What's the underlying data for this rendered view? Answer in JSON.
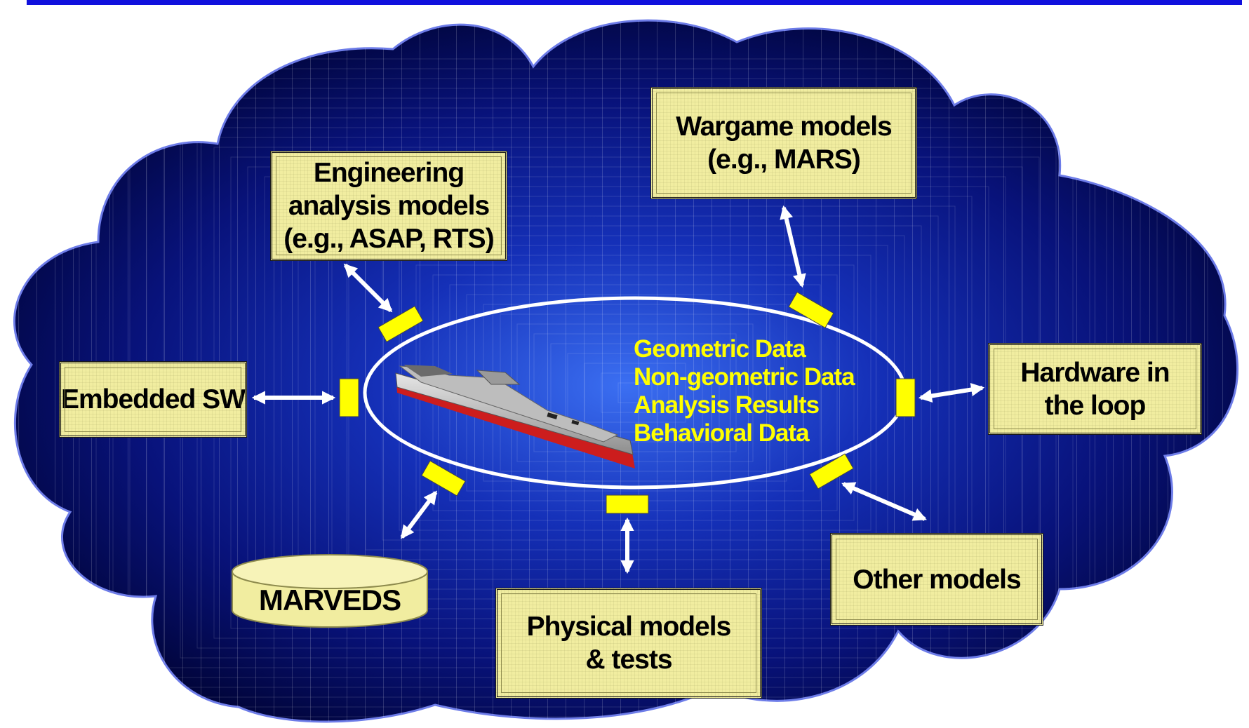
{
  "models": {
    "engineering": [
      "Engineering",
      "analysis models",
      "(e.g., ASAP, RTS)"
    ],
    "wargame": [
      "Wargame models",
      "(e.g., MARS)"
    ],
    "embedded": [
      "Embedded SW"
    ],
    "hardware": [
      "Hardware in",
      "the loop"
    ],
    "other": [
      "Other models"
    ],
    "physical": [
      "Physical models",
      "& tests"
    ],
    "marveds": "MARVEDS"
  },
  "center": {
    "items": [
      "Geometric Data",
      "Non-geometric Data",
      "Analysis Results",
      "Behavioral Data"
    ]
  },
  "colors": {
    "cloud_dark": "#000333",
    "cloud_mid": "#08127a",
    "cloud_light": "#3b6ff2",
    "box_fill": "#f1eda0",
    "connector": "#ffff00",
    "ellipse": "#ffffff",
    "center_text": "#ffff00",
    "top_rule": "#1010dd"
  }
}
